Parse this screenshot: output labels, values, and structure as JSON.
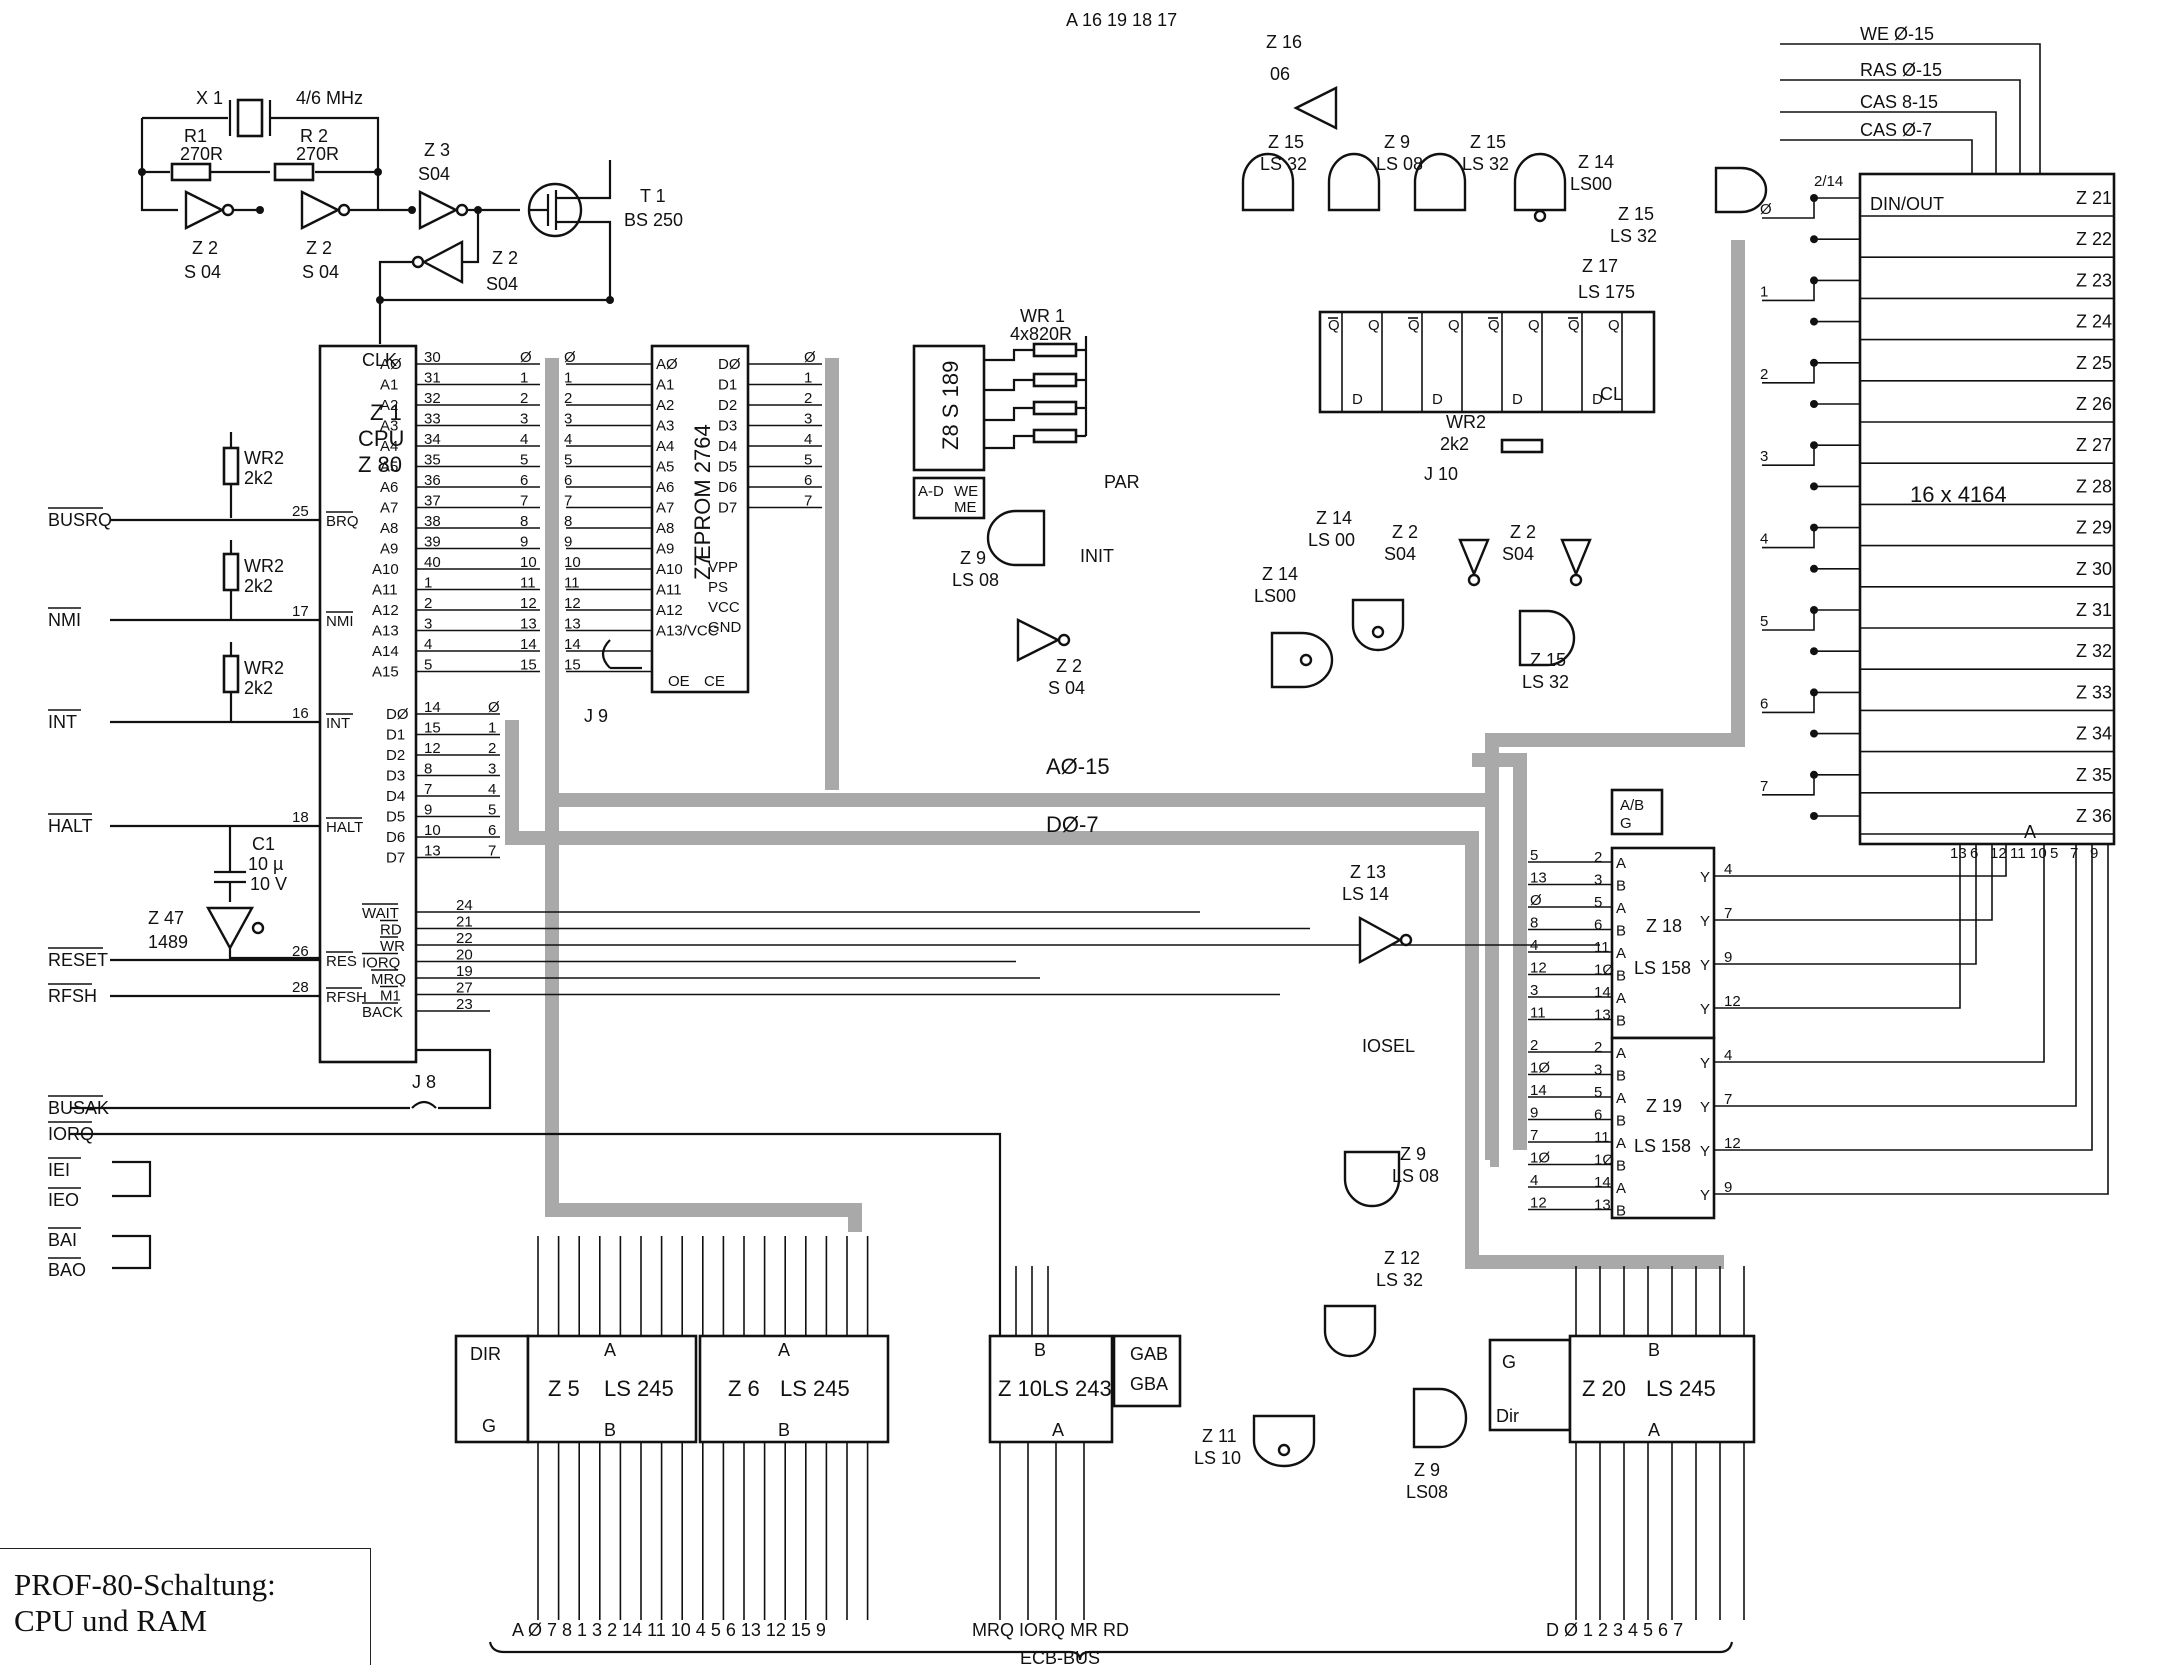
{
  "caption": {
    "line1": "PROF-80-Schaltung:",
    "line2": "CPU und RAM"
  },
  "buses": {
    "address": "AØ-15",
    "data": "DØ-7",
    "ecb": "ECB-BUS"
  },
  "top_labels": {
    "a_bits": "A 16 19 18 17",
    "z16": "Z 16",
    "z16_pin": "06",
    "we": "WE Ø-15",
    "ras": "RAS Ø-15",
    "cas_hi": "CAS 8-15",
    "cas_lo": "CAS Ø-7"
  },
  "oscillator": {
    "crystal": "X 1",
    "freq": "4/6 MHz",
    "r1_name": "R1",
    "r1_val": "270R",
    "r2_name": "R 2",
    "r2_val": "270R",
    "z3": "Z 3",
    "z3_type": "S04",
    "z2a": "Z 2",
    "z2a_type": "S 04",
    "z2b": "Z 2",
    "z2b_type": "S 04",
    "z2c": "Z 2",
    "z2c_type": "S04",
    "t1": "T 1",
    "t1_type": "BS 250"
  },
  "cpu": {
    "name": "Z 1",
    "type": "CPU",
    "model": "Z 80",
    "clk": "CLK",
    "addr_pins": [
      "AØ",
      "A1",
      "A2",
      "A3",
      "A4",
      "A5",
      "A6",
      "A7",
      "A8",
      "A9",
      "A10",
      "A11",
      "A12",
      "A13",
      "A14",
      "A15"
    ],
    "addr_nums": [
      "30",
      "31",
      "32",
      "33",
      "34",
      "35",
      "36",
      "37",
      "38",
      "39",
      "40",
      "1",
      "2",
      "3",
      "4",
      "5"
    ],
    "data_pins": [
      "DØ",
      "D1",
      "D2",
      "D3",
      "D4",
      "D5",
      "D6",
      "D7"
    ],
    "data_nums": [
      "14",
      "15",
      "12",
      "8",
      "7",
      "9",
      "10",
      "13"
    ],
    "left_pins": [
      "BRQ",
      "NMI",
      "INT",
      "HALT",
      "RES",
      "RFSH"
    ],
    "left_nums": [
      "25",
      "17",
      "16",
      "18",
      "26",
      "28"
    ],
    "ctrl_pins": [
      "WAIT",
      "RD",
      "WR",
      "IORQ",
      "MRQ",
      "M1",
      "BACK"
    ],
    "ctrl_nums": [
      "24",
      "21",
      "22",
      "20",
      "19",
      "27",
      "23"
    ]
  },
  "left_signals": [
    "BUSRQ",
    "NMI",
    "INT",
    "HALT",
    "RESET",
    "RFSH",
    "BUSAK",
    "IORQ",
    "IEI",
    "IEO",
    "BAI",
    "BAO"
  ],
  "resistors": {
    "wr2": "WR2",
    "val": "2k2",
    "wr1": "WR 1",
    "wr1_val": "4x820R"
  },
  "reset": {
    "c1": "C1",
    "c1_val": "10 µ",
    "c1_v": "10 V",
    "z47": "Z 47",
    "z47_type": "1489"
  },
  "jumpers": {
    "j8": "J 8",
    "j9": "J 9",
    "j10": "J 10"
  },
  "eprom": {
    "name": "Z7",
    "type": "EPROM 2764",
    "addr_pins": [
      "AØ",
      "A1",
      "A2",
      "A3",
      "A4",
      "A5",
      "A6",
      "A7",
      "A8",
      "A9",
      "A10",
      "A11",
      "A12",
      "A13/VCC"
    ],
    "data_pins": [
      "DØ",
      "D1",
      "D2",
      "D3",
      "D4",
      "D5",
      "D6",
      "D7"
    ],
    "misc": [
      "VPP",
      "PS",
      "VCC",
      "GND",
      "OE",
      "CE"
    ]
  },
  "s189": {
    "name": "Z8",
    "type": "S 189",
    "misc": [
      "A-D",
      "WE",
      "ME"
    ],
    "par": "PAR",
    "init": "INIT"
  },
  "gates": {
    "z9a": "Z 9",
    "z9a_t": "LS 08",
    "z2d": "Z 2",
    "z2d_t": "S 04",
    "z14a": "Z 14",
    "z14a_t": "LS00",
    "z14b": "Z 14",
    "z14b_t": "LS00",
    "z14c": "Z 14",
    "z14c_t": "LS 00",
    "z15a": "Z 15",
    "z15a_t": "LS 32",
    "z15b": "Z 15",
    "z15b_t": "LS 32",
    "z15c": "Z 15",
    "z15c_t": "LS 32",
    "z15d": "Z 15",
    "z15d_t": "LS 32",
    "z9b": "Z 9",
    "z9b_t": "LS 08",
    "z2e": "Z 2",
    "z2e_t": "S04",
    "z2f": "Z 2",
    "z2f_t": "S04",
    "z13": "Z 13",
    "z13_t": "LS 14",
    "z9c": "Z 9",
    "z9c_t": "LS 08",
    "z12": "Z 12",
    "z12_t": "LS 32",
    "z11": "Z 11",
    "z11_t": "LS 10",
    "z9d": "Z 9",
    "z9d_t": "LS08",
    "iosel": "IOSEL"
  },
  "z17": {
    "name": "Z 17",
    "type": "LS 175",
    "wr2": "WR2",
    "val": "2k2",
    "cl": "CL"
  },
  "mux": {
    "z18": "Z 18",
    "z18_t": "LS 158",
    "z19": "Z 19",
    "z19_t": "LS 158",
    "ab": "A/B",
    "g": "G"
  },
  "ram": {
    "label": "16 x 4164",
    "din": "DIN/OUT",
    "pin2_14": "2/14",
    "chips": [
      "Z 21",
      "Z 22",
      "Z 23",
      "Z 24",
      "Z 25",
      "Z 26",
      "Z 27",
      "Z 28",
      "Z 29",
      "Z 30",
      "Z 31",
      "Z 32",
      "Z 33",
      "Z 34",
      "Z 35",
      "Z 36"
    ],
    "a": "A"
  },
  "buffers": {
    "z5": "Z 5",
    "z5_t": "LS 245",
    "z6": "Z 6",
    "z6_t": "LS 245",
    "z10": "Z 10",
    "z10_t": "LS 243",
    "z20": "Z 20",
    "z20_t": "LS 245",
    "dir": "DIR",
    "g": "G",
    "a": "A",
    "b": "B",
    "gab": "GAB",
    "gba": "GBA"
  },
  "ecb_bottom": {
    "a_row": "A  Ø  7  8  1  3  2 14 11  10  4  5  6 13 12 15  9",
    "ctrl_row": "MRQ  IORQ  MR  RD",
    "d_row": "D  Ø  1  2  3  4  5  6  7"
  }
}
